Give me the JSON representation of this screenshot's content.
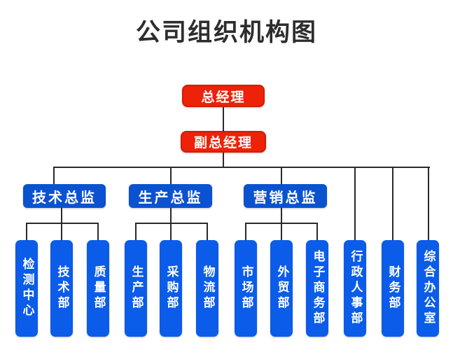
{
  "title": "公司组织机构图",
  "colors": {
    "red_fill": "#ee2109",
    "red_border": "#d21c02",
    "blue_director": "#0a52cf",
    "blue_department": "#0b5ce8",
    "line": "#2a2a2a",
    "title_text": "#2d2d2d",
    "box_text": "#ffffff",
    "background": "#ffffff"
  },
  "org": {
    "root": {
      "label": "总经理"
    },
    "deputy": {
      "label": "副总经理"
    },
    "branches": [
      {
        "label": "技术总监",
        "children": [
          "检测中心",
          "技术部",
          "质量部"
        ]
      },
      {
        "label": "生产总监",
        "children": [
          "生产部",
          "采购部",
          "物流部"
        ]
      },
      {
        "label": "营销总监",
        "children": [
          "市场部",
          "外贸部",
          "电子商务部"
        ]
      }
    ],
    "direct_departments": [
      "行政人事部",
      "财务部",
      "综合办公室"
    ]
  }
}
